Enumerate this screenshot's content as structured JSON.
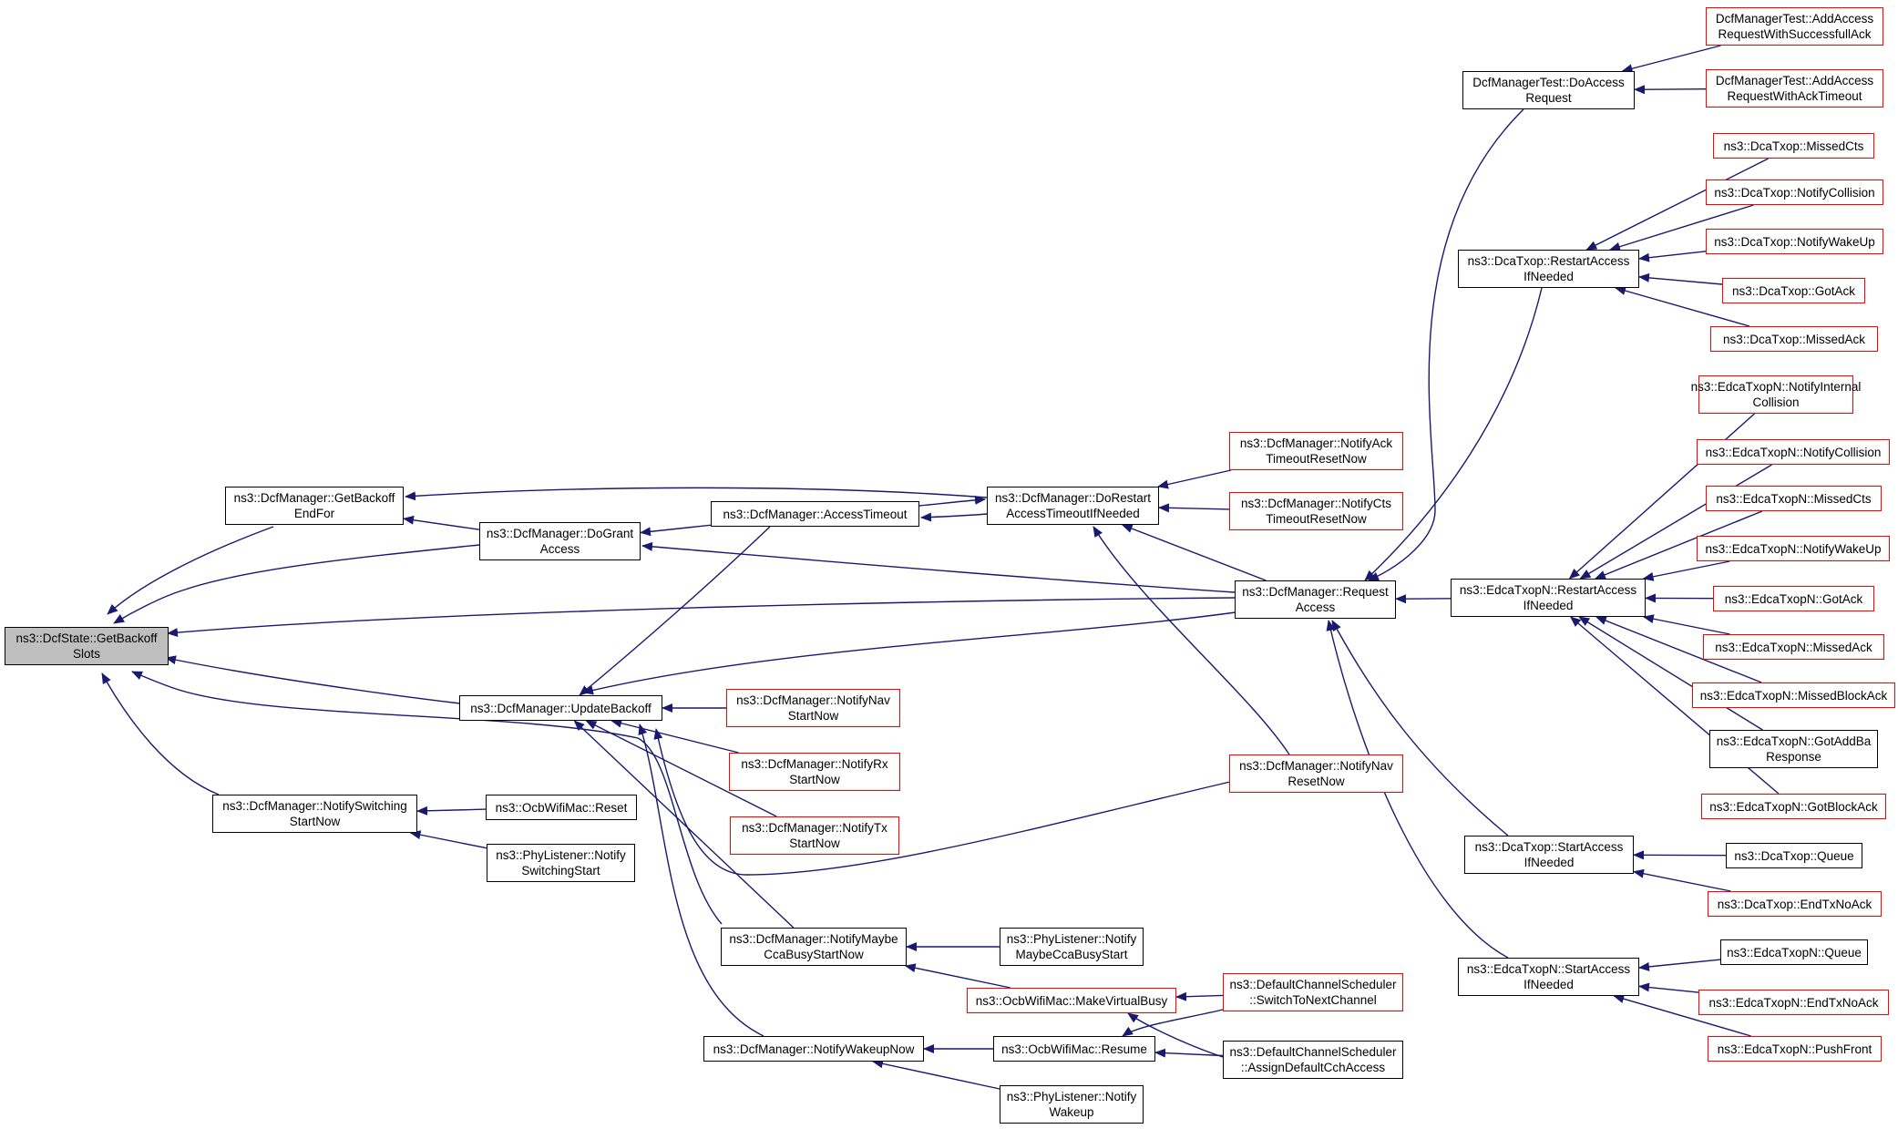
{
  "colors": {
    "edge": "#191970",
    "node_border": "#000000",
    "truncated_border": "#ff0000",
    "focus_fill": "#bfbfbf",
    "background": "#ffffff"
  },
  "nodes": [
    {
      "id": "n_getbackoffslots",
      "lines": [
        "ns3::DcfState::GetBackoff",
        "Slots"
      ],
      "style": "focus"
    },
    {
      "id": "n_getbackoffendfor",
      "lines": [
        "ns3::DcfManager::GetBackoff",
        "EndFor"
      ],
      "style": "normal"
    },
    {
      "id": "n_dogrant",
      "lines": [
        "ns3::DcfManager::DoGrant",
        "Access"
      ],
      "style": "normal"
    },
    {
      "id": "n_accesstimeout",
      "lines": [
        "ns3::DcfManager::AccessTimeout"
      ],
      "style": "normal"
    },
    {
      "id": "n_dorestart",
      "lines": [
        "ns3::DcfManager::DoRestart",
        "AccessTimeoutIfNeeded"
      ],
      "style": "normal"
    },
    {
      "id": "n_notifyackto",
      "lines": [
        "ns3::DcfManager::NotifyAck",
        "TimeoutResetNow"
      ],
      "style": "red"
    },
    {
      "id": "n_notifyctsto",
      "lines": [
        "ns3::DcfManager::NotifyCts",
        "TimeoutResetNow"
      ],
      "style": "red"
    },
    {
      "id": "n_requestaccess",
      "lines": [
        "ns3::DcfManager::Request",
        "Access"
      ],
      "style": "normal"
    },
    {
      "id": "n_updatebackoff",
      "lines": [
        "ns3::DcfManager::UpdateBackoff"
      ],
      "style": "normal"
    },
    {
      "id": "n_notifynavstart",
      "lines": [
        "ns3::DcfManager::NotifyNav",
        "StartNow"
      ],
      "style": "red"
    },
    {
      "id": "n_notifyrxstart",
      "lines": [
        "ns3::DcfManager::NotifyRx",
        "StartNow"
      ],
      "style": "red"
    },
    {
      "id": "n_notifytxstart",
      "lines": [
        "ns3::DcfManager::NotifyTx",
        "StartNow"
      ],
      "style": "red"
    },
    {
      "id": "n_notifynavreset",
      "lines": [
        "ns3::DcfManager::NotifyNav",
        "ResetNow"
      ],
      "style": "red"
    },
    {
      "id": "n_notifyswitching",
      "lines": [
        "ns3::DcfManager::NotifySwitching",
        "StartNow"
      ],
      "style": "normal"
    },
    {
      "id": "n_ocbreset",
      "lines": [
        "ns3::OcbWifiMac::Reset"
      ],
      "style": "normal"
    },
    {
      "id": "n_physwitching",
      "lines": [
        "ns3::PhyListener::Notify",
        "SwitchingStart"
      ],
      "style": "normal"
    },
    {
      "id": "n_notifymaybecca",
      "lines": [
        "ns3::DcfManager::NotifyMaybe",
        "CcaBusyStartNow"
      ],
      "style": "normal"
    },
    {
      "id": "n_phymaybecca",
      "lines": [
        "ns3::PhyListener::Notify",
        "MaybeCcaBusyStart"
      ],
      "style": "normal"
    },
    {
      "id": "n_makevirtualbusy",
      "lines": [
        "ns3::OcbWifiMac::MakeVirtualBusy"
      ],
      "style": "red"
    },
    {
      "id": "n_switchtonext",
      "lines": [
        "ns3::DefaultChannelScheduler",
        "::SwitchToNextChannel"
      ],
      "style": "red"
    },
    {
      "id": "n_notifywakeup",
      "lines": [
        "ns3::DcfManager::NotifyWakeupNow"
      ],
      "style": "normal"
    },
    {
      "id": "n_ocbresume",
      "lines": [
        "ns3::OcbWifiMac::Resume"
      ],
      "style": "normal"
    },
    {
      "id": "n_assigndefault",
      "lines": [
        "ns3::DefaultChannelScheduler",
        "::AssignDefaultCchAccess"
      ],
      "style": "normal"
    },
    {
      "id": "n_phywakeup",
      "lines": [
        "ns3::PhyListener::Notify",
        "Wakeup"
      ],
      "style": "normal"
    },
    {
      "id": "n_dcfmtdoaccess",
      "lines": [
        "DcfManagerTest::DoAccess",
        "Request"
      ],
      "style": "normal"
    },
    {
      "id": "n_dcfmtsuccess",
      "lines": [
        "DcfManagerTest::AddAccess",
        "RequestWithSuccessfullAck"
      ],
      "style": "red"
    },
    {
      "id": "n_dcfmtacktimeout",
      "lines": [
        "DcfManagerTest::AddAccess",
        "RequestWithAckTimeout"
      ],
      "style": "red"
    },
    {
      "id": "n_dcarestart",
      "lines": [
        "ns3::DcaTxop::RestartAccess",
        "IfNeeded"
      ],
      "style": "normal"
    },
    {
      "id": "n_dcamissedcts",
      "lines": [
        "ns3::DcaTxop::MissedCts"
      ],
      "style": "red"
    },
    {
      "id": "n_dcanotifycoll",
      "lines": [
        "ns3::DcaTxop::NotifyCollision"
      ],
      "style": "red"
    },
    {
      "id": "n_dcanotifywake",
      "lines": [
        "ns3::DcaTxop::NotifyWakeUp"
      ],
      "style": "red"
    },
    {
      "id": "n_dcagotack",
      "lines": [
        "ns3::DcaTxop::GotAck"
      ],
      "style": "red"
    },
    {
      "id": "n_dcamissedack",
      "lines": [
        "ns3::DcaTxop::MissedAck"
      ],
      "style": "red"
    },
    {
      "id": "n_edcarestart",
      "lines": [
        "ns3::EdcaTxopN::RestartAccess",
        "IfNeeded"
      ],
      "style": "normal"
    },
    {
      "id": "n_edcainternalcoll",
      "lines": [
        "ns3::EdcaTxopN::NotifyInternal",
        "Collision"
      ],
      "style": "red"
    },
    {
      "id": "n_edcanotifycoll",
      "lines": [
        "ns3::EdcaTxopN::NotifyCollision"
      ],
      "style": "red"
    },
    {
      "id": "n_edcamissedcts",
      "lines": [
        "ns3::EdcaTxopN::MissedCts"
      ],
      "style": "red"
    },
    {
      "id": "n_edcanotifywake",
      "lines": [
        "ns3::EdcaTxopN::NotifyWakeUp"
      ],
      "style": "red"
    },
    {
      "id": "n_edcagotack",
      "lines": [
        "ns3::EdcaTxopN::GotAck"
      ],
      "style": "red"
    },
    {
      "id": "n_edcamissedack",
      "lines": [
        "ns3::EdcaTxopN::MissedAck"
      ],
      "style": "red"
    },
    {
      "id": "n_edcamissedblockack",
      "lines": [
        "ns3::EdcaTxopN::MissedBlockAck"
      ],
      "style": "red"
    },
    {
      "id": "n_edcagotaddba",
      "lines": [
        "ns3::EdcaTxopN::GotAddBa",
        "Response"
      ],
      "style": "normal"
    },
    {
      "id": "n_edcagotblockack",
      "lines": [
        "ns3::EdcaTxopN::GotBlockAck"
      ],
      "style": "red"
    },
    {
      "id": "n_dcastartaccess",
      "lines": [
        "ns3::DcaTxop::StartAccess",
        "IfNeeded"
      ],
      "style": "normal"
    },
    {
      "id": "n_dcaqueue",
      "lines": [
        "ns3::DcaTxop::Queue"
      ],
      "style": "normal"
    },
    {
      "id": "n_dcaendtxnoack",
      "lines": [
        "ns3::DcaTxop::EndTxNoAck"
      ],
      "style": "red"
    },
    {
      "id": "n_edcastartaccess",
      "lines": [
        "ns3::EdcaTxopN::StartAccess",
        "IfNeeded"
      ],
      "style": "normal"
    },
    {
      "id": "n_edcaqueue",
      "lines": [
        "ns3::EdcaTxopN::Queue"
      ],
      "style": "normal"
    },
    {
      "id": "n_edcaendtxnoack",
      "lines": [
        "ns3::EdcaTxopN::EndTxNoAck"
      ],
      "style": "red"
    },
    {
      "id": "n_edcapushfront",
      "lines": [
        "ns3::EdcaTxopN::PushFront"
      ],
      "style": "red"
    }
  ],
  "edges": [
    [
      "n_getbackoffendfor",
      "n_getbackoffslots"
    ],
    [
      "n_dogrant",
      "n_getbackoffslots"
    ],
    [
      "n_requestaccess",
      "n_getbackoffslots"
    ],
    [
      "n_updatebackoff",
      "n_getbackoffslots"
    ],
    [
      "n_notifyswitching",
      "n_getbackoffslots"
    ],
    [
      "n_notifymaybecca",
      "n_getbackoffslots"
    ],
    [
      "n_dogrant",
      "n_getbackoffendfor"
    ],
    [
      "n_dorestart",
      "n_getbackoffendfor"
    ],
    [
      "n_accesstimeout",
      "n_dogrant"
    ],
    [
      "n_requestaccess",
      "n_dogrant"
    ],
    [
      "n_dorestart",
      "n_accesstimeout"
    ],
    [
      "n_accesstimeout",
      "n_dorestart"
    ],
    [
      "n_notifyackto",
      "n_dorestart"
    ],
    [
      "n_notifyctsto",
      "n_dorestart"
    ],
    [
      "n_requestaccess",
      "n_dorestart"
    ],
    [
      "n_notifynavreset",
      "n_dorestart"
    ],
    [
      "n_accesstimeout",
      "n_updatebackoff"
    ],
    [
      "n_requestaccess",
      "n_updatebackoff"
    ],
    [
      "n_notifynavstart",
      "n_updatebackoff"
    ],
    [
      "n_notifyrxstart",
      "n_updatebackoff"
    ],
    [
      "n_notifytxstart",
      "n_updatebackoff"
    ],
    [
      "n_notifynavreset",
      "n_updatebackoff"
    ],
    [
      "n_notifymaybecca",
      "n_updatebackoff"
    ],
    [
      "n_notifywakeup",
      "n_updatebackoff"
    ],
    [
      "n_ocbreset",
      "n_notifyswitching"
    ],
    [
      "n_physwitching",
      "n_notifyswitching"
    ],
    [
      "n_phymaybecca",
      "n_notifymaybecca"
    ],
    [
      "n_makevirtualbusy",
      "n_notifymaybecca"
    ],
    [
      "n_switchtonext",
      "n_makevirtualbusy"
    ],
    [
      "n_assigndefault",
      "n_makevirtualbusy"
    ],
    [
      "n_ocbresume",
      "n_notifywakeup"
    ],
    [
      "n_phywakeup",
      "n_notifywakeup"
    ],
    [
      "n_switchtonext",
      "n_ocbresume"
    ],
    [
      "n_assigndefault",
      "n_ocbresume"
    ],
    [
      "n_dcfmtdoaccess",
      "n_requestaccess"
    ],
    [
      "n_dcarestart",
      "n_requestaccess"
    ],
    [
      "n_edcarestart",
      "n_requestaccess"
    ],
    [
      "n_dcastartaccess",
      "n_requestaccess"
    ],
    [
      "n_edcastartaccess",
      "n_requestaccess"
    ],
    [
      "n_dcfmtsuccess",
      "n_dcfmtdoaccess"
    ],
    [
      "n_dcfmtacktimeout",
      "n_dcfmtdoaccess"
    ],
    [
      "n_dcamissedcts",
      "n_dcarestart"
    ],
    [
      "n_dcanotifycoll",
      "n_dcarestart"
    ],
    [
      "n_dcanotifywake",
      "n_dcarestart"
    ],
    [
      "n_dcagotack",
      "n_dcarestart"
    ],
    [
      "n_dcamissedack",
      "n_dcarestart"
    ],
    [
      "n_edcainternalcoll",
      "n_edcarestart"
    ],
    [
      "n_edcanotifycoll",
      "n_edcarestart"
    ],
    [
      "n_edcamissedcts",
      "n_edcarestart"
    ],
    [
      "n_edcanotifywake",
      "n_edcarestart"
    ],
    [
      "n_edcagotack",
      "n_edcarestart"
    ],
    [
      "n_edcamissedack",
      "n_edcarestart"
    ],
    [
      "n_edcamissedblockack",
      "n_edcarestart"
    ],
    [
      "n_edcagotaddba",
      "n_edcarestart"
    ],
    [
      "n_edcagotblockack",
      "n_edcarestart"
    ],
    [
      "n_dcaqueue",
      "n_dcastartaccess"
    ],
    [
      "n_dcaendtxnoack",
      "n_dcastartaccess"
    ],
    [
      "n_edcaqueue",
      "n_edcastartaccess"
    ],
    [
      "n_edcaendtxnoack",
      "n_edcastartaccess"
    ],
    [
      "n_edcapushfront",
      "n_edcastartaccess"
    ]
  ]
}
